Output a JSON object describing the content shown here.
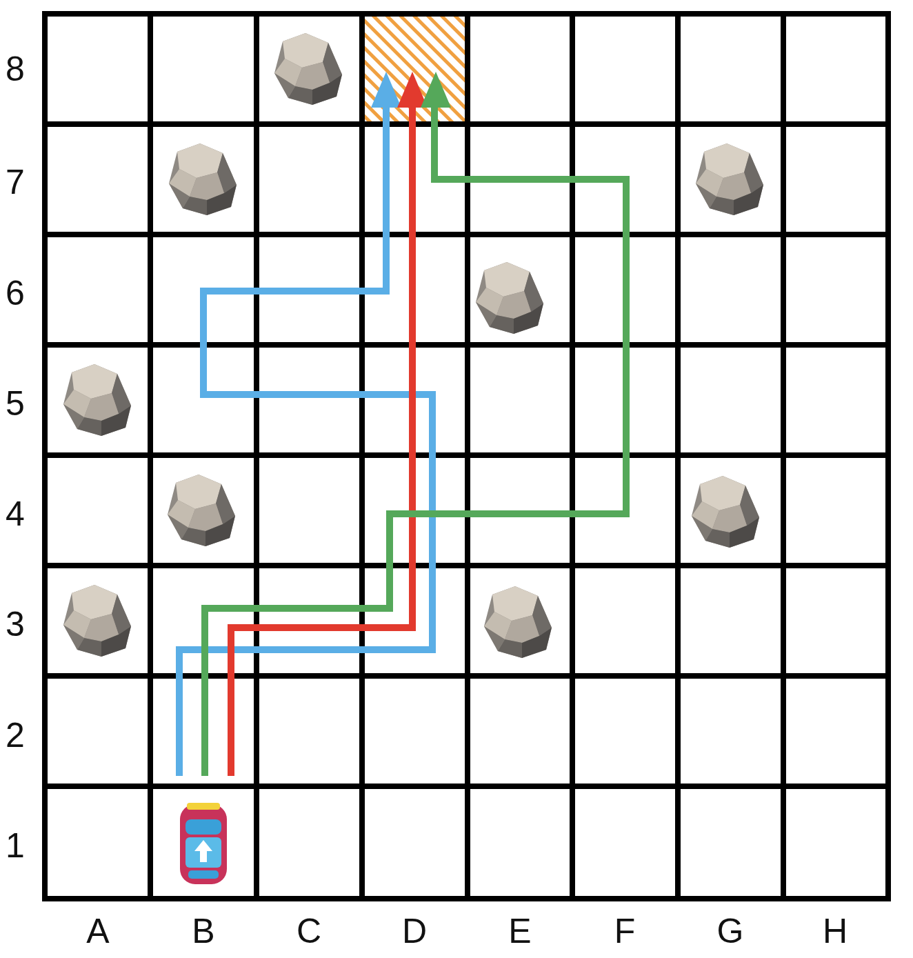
{
  "diagram": {
    "labels": [
      "8",
      "7",
      "6",
      "5",
      "4",
      "3",
      "2",
      "1",
      "A",
      "B",
      "C",
      "D",
      "E",
      "F",
      "G",
      "H"
    ]
  }
}
